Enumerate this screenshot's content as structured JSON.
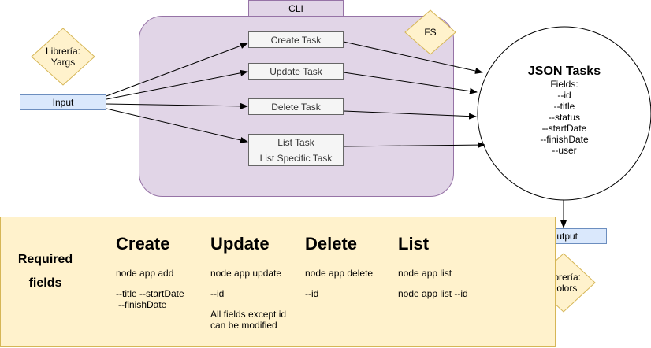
{
  "cli": {
    "title": "CLI"
  },
  "fs": {
    "label": "FS"
  },
  "input": {
    "label": "Input"
  },
  "output": {
    "label": "Output"
  },
  "yargs": {
    "line1": "Librería:",
    "line2": "Yargs"
  },
  "colors": {
    "line1": "Librería:",
    "line2": "Colors"
  },
  "tasks": {
    "create": "Create Task",
    "update": "Update Task",
    "delete": "Delete Task",
    "list": "List Task",
    "list_specific": "List Specific Task"
  },
  "json": {
    "title": "JSON Tasks",
    "fields_label": "Fields:",
    "fields": [
      "--id",
      "--title",
      "--status",
      "--startDate",
      "--finishDate",
      "--user"
    ]
  },
  "required": {
    "line1": "Required",
    "line2": "fields"
  },
  "commands": {
    "create": {
      "title": "Create",
      "cmd": "node app add",
      "args1": "--title --startDate",
      "args2": "--finishDate"
    },
    "update": {
      "title": "Update",
      "cmd": "node app update",
      "args": "--id",
      "note1": "All fields except id",
      "note2": "can be modified"
    },
    "delete": {
      "title": "Delete",
      "cmd": "node app delete",
      "args": "--id"
    },
    "list": {
      "title": "List",
      "cmd": "node app list",
      "cmd2": "node app list --id"
    }
  },
  "colors_map": {
    "cli_fill": "#e1d5e7",
    "cli_stroke": "#9673a6",
    "diamond_fill": "#fff2cc",
    "diamond_stroke": "#d6b656",
    "blue_fill": "#dae8fc",
    "blue_stroke": "#6c8ebf",
    "task_fill": "#f5f5f5",
    "task_stroke": "#666666"
  }
}
